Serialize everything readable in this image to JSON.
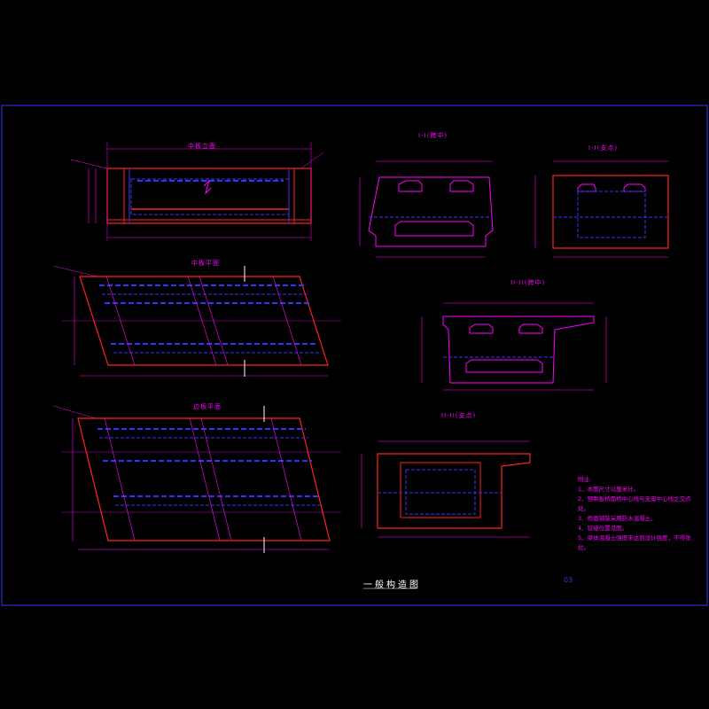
{
  "drawing": {
    "title": "一般构造图",
    "page_number": "03",
    "colors": {
      "background": "#000000",
      "frame": "#3333ff",
      "outline": "#ff2020",
      "dimension": "#ff00ff",
      "hidden": "#3333ff",
      "text": "#ffffff"
    }
  },
  "views": {
    "elevation": {
      "title": "中板立面"
    },
    "plan_middle": {
      "title": "中板平面"
    },
    "plan_edge": {
      "title": "边板平面"
    },
    "section_1_mid": {
      "title": "I-I(跨中)"
    },
    "section_1_end": {
      "title": "I-I(支点)"
    },
    "section_2_mid": {
      "title": "II-II(跨中)"
    },
    "section_2_end": {
      "title": "II-II(支点)"
    }
  },
  "notes": {
    "heading": "附注:",
    "items": [
      "1、本图尺寸以厘米计。",
      "2、预制板桥面桥中心线与支座中心线之交点处。",
      "3、桥面铺装采用防水混凝土。",
      "4、铰缝位置见图。",
      "5、梁体混凝土强度未达到设计强度，不得张拉。"
    ]
  }
}
